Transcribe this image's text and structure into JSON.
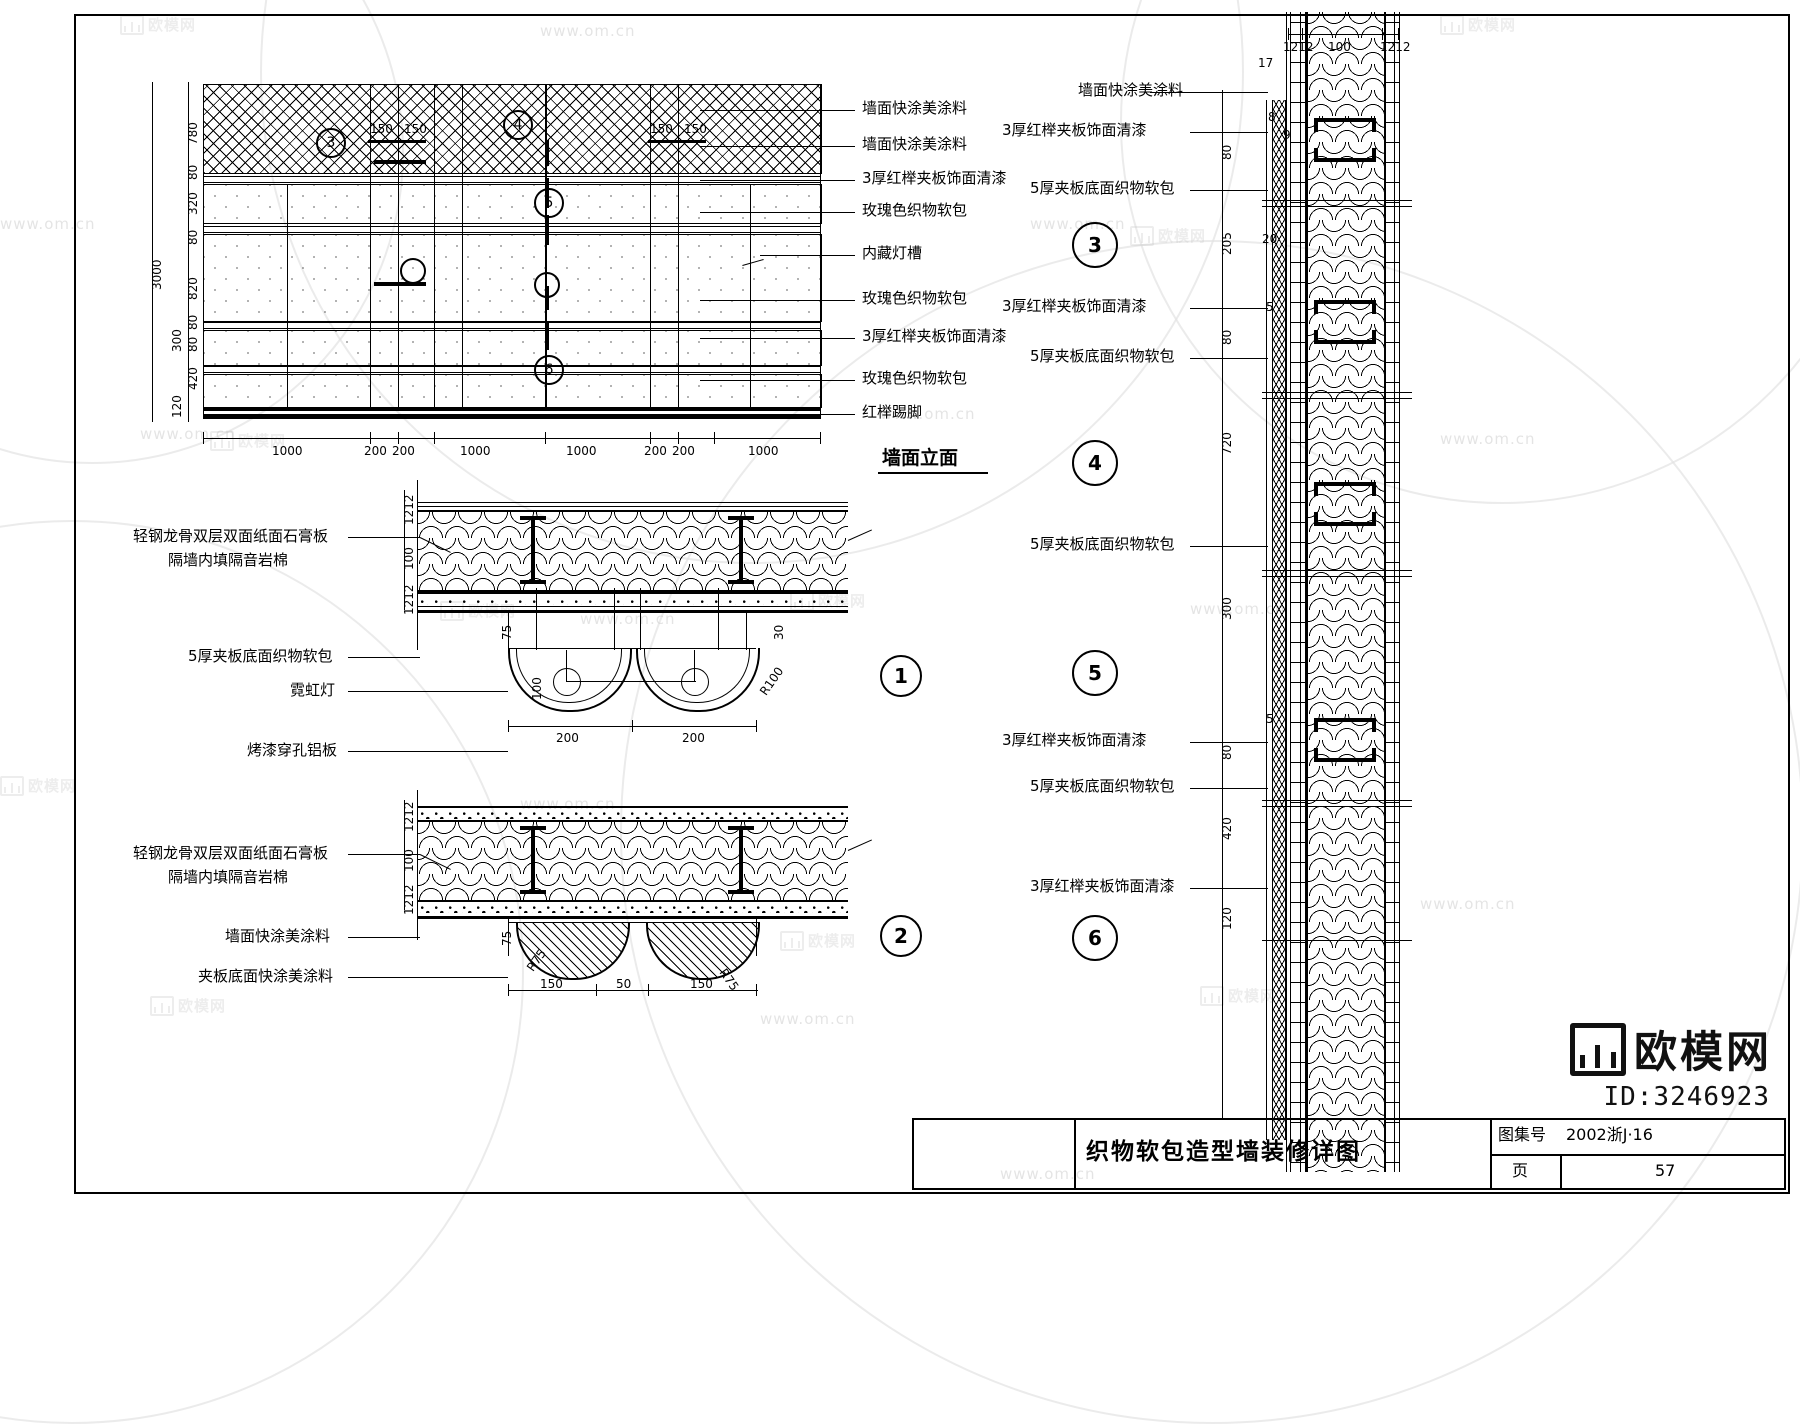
{
  "sheet": {
    "title": "织物软包造型墙装修详图",
    "drawing_set_label": "图集号",
    "drawing_set_value": "2002浙J·16",
    "page_label": "页",
    "page_value": "57",
    "watermark_text": "www.om.cn",
    "watermark_brand": "欧模网",
    "watermark_id": "ID:3246923"
  },
  "elevation": {
    "title": "墙面立面",
    "labels": [
      "墙面快涂美涂料",
      "墙面快涂美涂料",
      "3厚红榉夹板饰面清漆",
      "玫瑰色织物软包",
      "内藏灯槽",
      "玫瑰色织物软包",
      "3厚红榉夹板饰面清漆",
      "玫瑰色织物软包",
      "红榉踢脚"
    ],
    "vertical_dims": [
      "780",
      "80",
      "320",
      "80",
      "820",
      "80",
      "300",
      "80",
      "420",
      "120"
    ],
    "overall_height": "3000",
    "horizontal_dims": [
      "1000",
      "200",
      "200",
      "1000",
      "1000",
      "200",
      "200",
      "1000"
    ],
    "inner_dims": [
      "150",
      "150",
      "150",
      "150"
    ],
    "bubble_marks": [
      "3",
      "4",
      "5",
      "6"
    ]
  },
  "detail_1": {
    "mark": "1",
    "labels_left": [
      "轻钢龙骨双层双面纸面石膏板",
      "隔墙内填隔音岩棉",
      "5厚夹板底面织物软包",
      "霓虹灯",
      "烤漆穿孔铝板"
    ],
    "dims": [
      "1212",
      "100",
      "1212",
      "75",
      "30",
      "100",
      "200",
      "200",
      "R100"
    ]
  },
  "detail_2": {
    "mark": "2",
    "labels_left": [
      "轻钢龙骨双层双面纸面石膏板",
      "隔墙内填隔音岩棉",
      "墙面快涂美涂料",
      "夹板底面快涂美涂料"
    ],
    "dims": [
      "1212",
      "100",
      "1212",
      "75",
      "R75",
      "150",
      "50",
      "150",
      "R75"
    ]
  },
  "section_right": {
    "marks": [
      "3",
      "4",
      "5",
      "6"
    ],
    "labels": [
      "墙面快涂美涂料",
      "3厚红榉夹板饰面清漆",
      "5厚夹板底面织物软包",
      "3厚红榉夹板饰面清漆",
      "5厚夹板底面织物软包",
      "5厚夹板底面织物软包",
      "3厚红榉夹板饰面清漆",
      "5厚夹板底面织物软包",
      "3厚红榉夹板饰面清漆"
    ],
    "dims_top": [
      "1212",
      "100",
      "1212",
      "17",
      "8",
      "80",
      "9",
      "205",
      "20"
    ],
    "dims_mid": [
      "80",
      "5",
      "720",
      "300"
    ],
    "dims_bot": [
      "80",
      "5",
      "420",
      "120"
    ]
  }
}
